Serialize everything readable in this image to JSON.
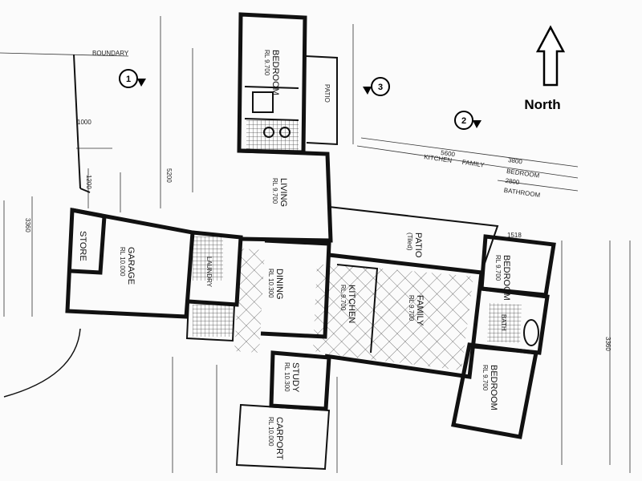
{
  "north_label": "North",
  "markers": [
    "1",
    "2",
    "3"
  ],
  "rooms": {
    "bedroom_top": [
      "BEDROOM",
      "RL 9.700"
    ],
    "living": [
      "LIVING",
      "RL 9.700"
    ],
    "garage": [
      "GARAGE",
      "RL 10.000"
    ],
    "store": "STORE",
    "laundry": "LAUNDRY",
    "dining": [
      "DINING",
      "RL 10.300"
    ],
    "kitchen": [
      "KITCHEN",
      "RL 9.700"
    ],
    "family": [
      "FAMILY",
      "RL 9.700"
    ],
    "patio_main": [
      "PATIO",
      "(Tiled)"
    ],
    "patio_top": "PATIO",
    "study": [
      "STUDY",
      "RL 10.300"
    ],
    "carport": [
      "CARPORT",
      "RL 10.000"
    ],
    "bedroom_right_upper": [
      "BEDROOM",
      "RL 9.700"
    ],
    "bedroom_right_lower": [
      "BEDROOM",
      "RL 9.700"
    ],
    "bath": "BATH"
  },
  "annotations": {
    "boundary": "BOUNDARY",
    "kitchen_top": "KITCHEN",
    "family_top": "FAMILY",
    "bedroom_top_right": "BEDROOM",
    "bathroom_top_right": "BATHROOM",
    "dim_5600": "5600",
    "dim_3800": "3800",
    "dim_2800": "2800",
    "dim_1200": "1200",
    "dim_5200": "5200",
    "dim_3360": "3360",
    "dim_1518": "1518",
    "dim_1000": "1000"
  }
}
